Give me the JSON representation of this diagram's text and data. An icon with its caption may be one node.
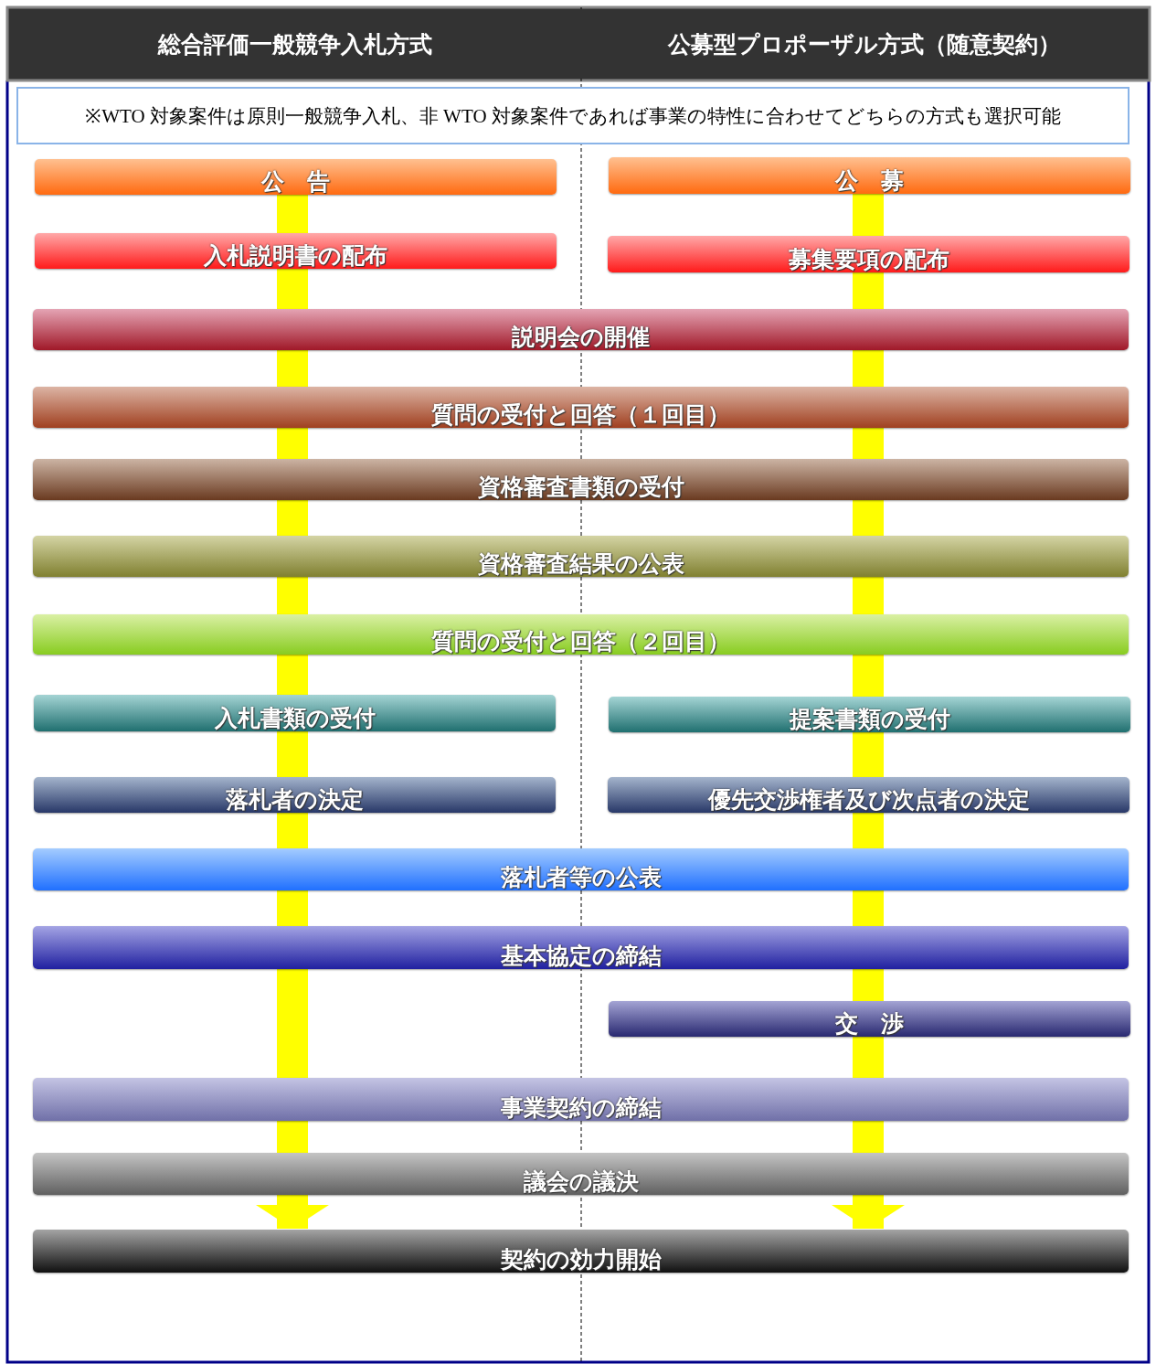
{
  "diagram": {
    "nodes": [
      {
        "text": [
          "総合評価一般競争入札方式"
        ]
      },
      {
        "text": [
          "公募型プロポーザル方式（随意契約）"
        ]
      },
      {
        "text": [
          "※WTO 対象案件は原則一般競争入札、非 WTO 対象案件であれば事業の特性に合わせてどちらの方式も選択可能"
        ]
      },
      {
        "text": [
          "公　告"
        ]
      },
      {
        "text": [
          "公　募"
        ]
      },
      {
        "text": [
          "入札説明書の配布"
        ]
      },
      {
        "text": [
          "募集要項の配布"
        ]
      },
      {
        "text": [
          "説明会の開催"
        ]
      },
      {
        "text": [
          "質問の受付と回答（１回目）"
        ]
      },
      {
        "text": [
          "資格審査書類の受付"
        ]
      },
      {
        "text": [
          "資格審査結果の公表"
        ]
      },
      {
        "text": [
          "質問の受付と回答（２回目）"
        ]
      },
      {
        "text": [
          "入札書類の受付"
        ]
      },
      {
        "text": [
          "提案書類の受付"
        ]
      },
      {
        "text": [
          "落札者の決定"
        ]
      },
      {
        "text": [
          "優先交渉権者及び次点者の決定"
        ]
      },
      {
        "text": [
          "落札者等の公表"
        ]
      },
      {
        "text": [
          "基本協定の締結"
        ]
      },
      {
        "text": [
          "交　渉"
        ]
      },
      {
        "text": [
          "事業契約の締結"
        ]
      },
      {
        "text": [
          "議会の議決"
        ]
      },
      {
        "text": [
          "契約の効力開始"
        ]
      }
    ],
    "edges": [
      {
        "from": 3,
        "to": 5,
        "arrow": "none"
      },
      {
        "from": 5,
        "to": 7,
        "arrow": "none"
      },
      {
        "from": 7,
        "to": 8,
        "arrow": "none"
      },
      {
        "from": 8,
        "to": 9,
        "arrow": "none"
      },
      {
        "from": 9,
        "to": 10,
        "arrow": "none"
      },
      {
        "from": 10,
        "to": 11,
        "arrow": "none"
      },
      {
        "from": 11,
        "to": 12,
        "arrow": "none"
      },
      {
        "from": 12,
        "to": 14,
        "arrow": "none"
      },
      {
        "from": 14,
        "to": 16,
        "arrow": "none"
      },
      {
        "from": 16,
        "to": 17,
        "arrow": "none"
      },
      {
        "from": 17,
        "to": 19,
        "arrow": "none"
      },
      {
        "from": 19,
        "to": 20,
        "arrow": "none"
      },
      {
        "from": 20,
        "to": 21,
        "arrow": "to"
      },
      {
        "from": 4,
        "to": 6,
        "arrow": "none"
      },
      {
        "from": 6,
        "to": 7,
        "arrow": "none"
      },
      {
        "from": 7,
        "to": 8,
        "arrow": "none"
      },
      {
        "from": 8,
        "to": 9,
        "arrow": "none"
      },
      {
        "from": 9,
        "to": 10,
        "arrow": "none"
      },
      {
        "from": 10,
        "to": 11,
        "arrow": "none"
      },
      {
        "from": 11,
        "to": 13,
        "arrow": "none"
      },
      {
        "from": 13,
        "to": 15,
        "arrow": "none"
      },
      {
        "from": 15,
        "to": 16,
        "arrow": "none"
      },
      {
        "from": 16,
        "to": 17,
        "arrow": "none"
      },
      {
        "from": 17,
        "to": 18,
        "arrow": "none"
      },
      {
        "from": 18,
        "to": 19,
        "arrow": "none"
      },
      {
        "from": 19,
        "to": 20,
        "arrow": "none"
      },
      {
        "from": 20,
        "to": 21,
        "arrow": "to"
      }
    ]
  }
}
